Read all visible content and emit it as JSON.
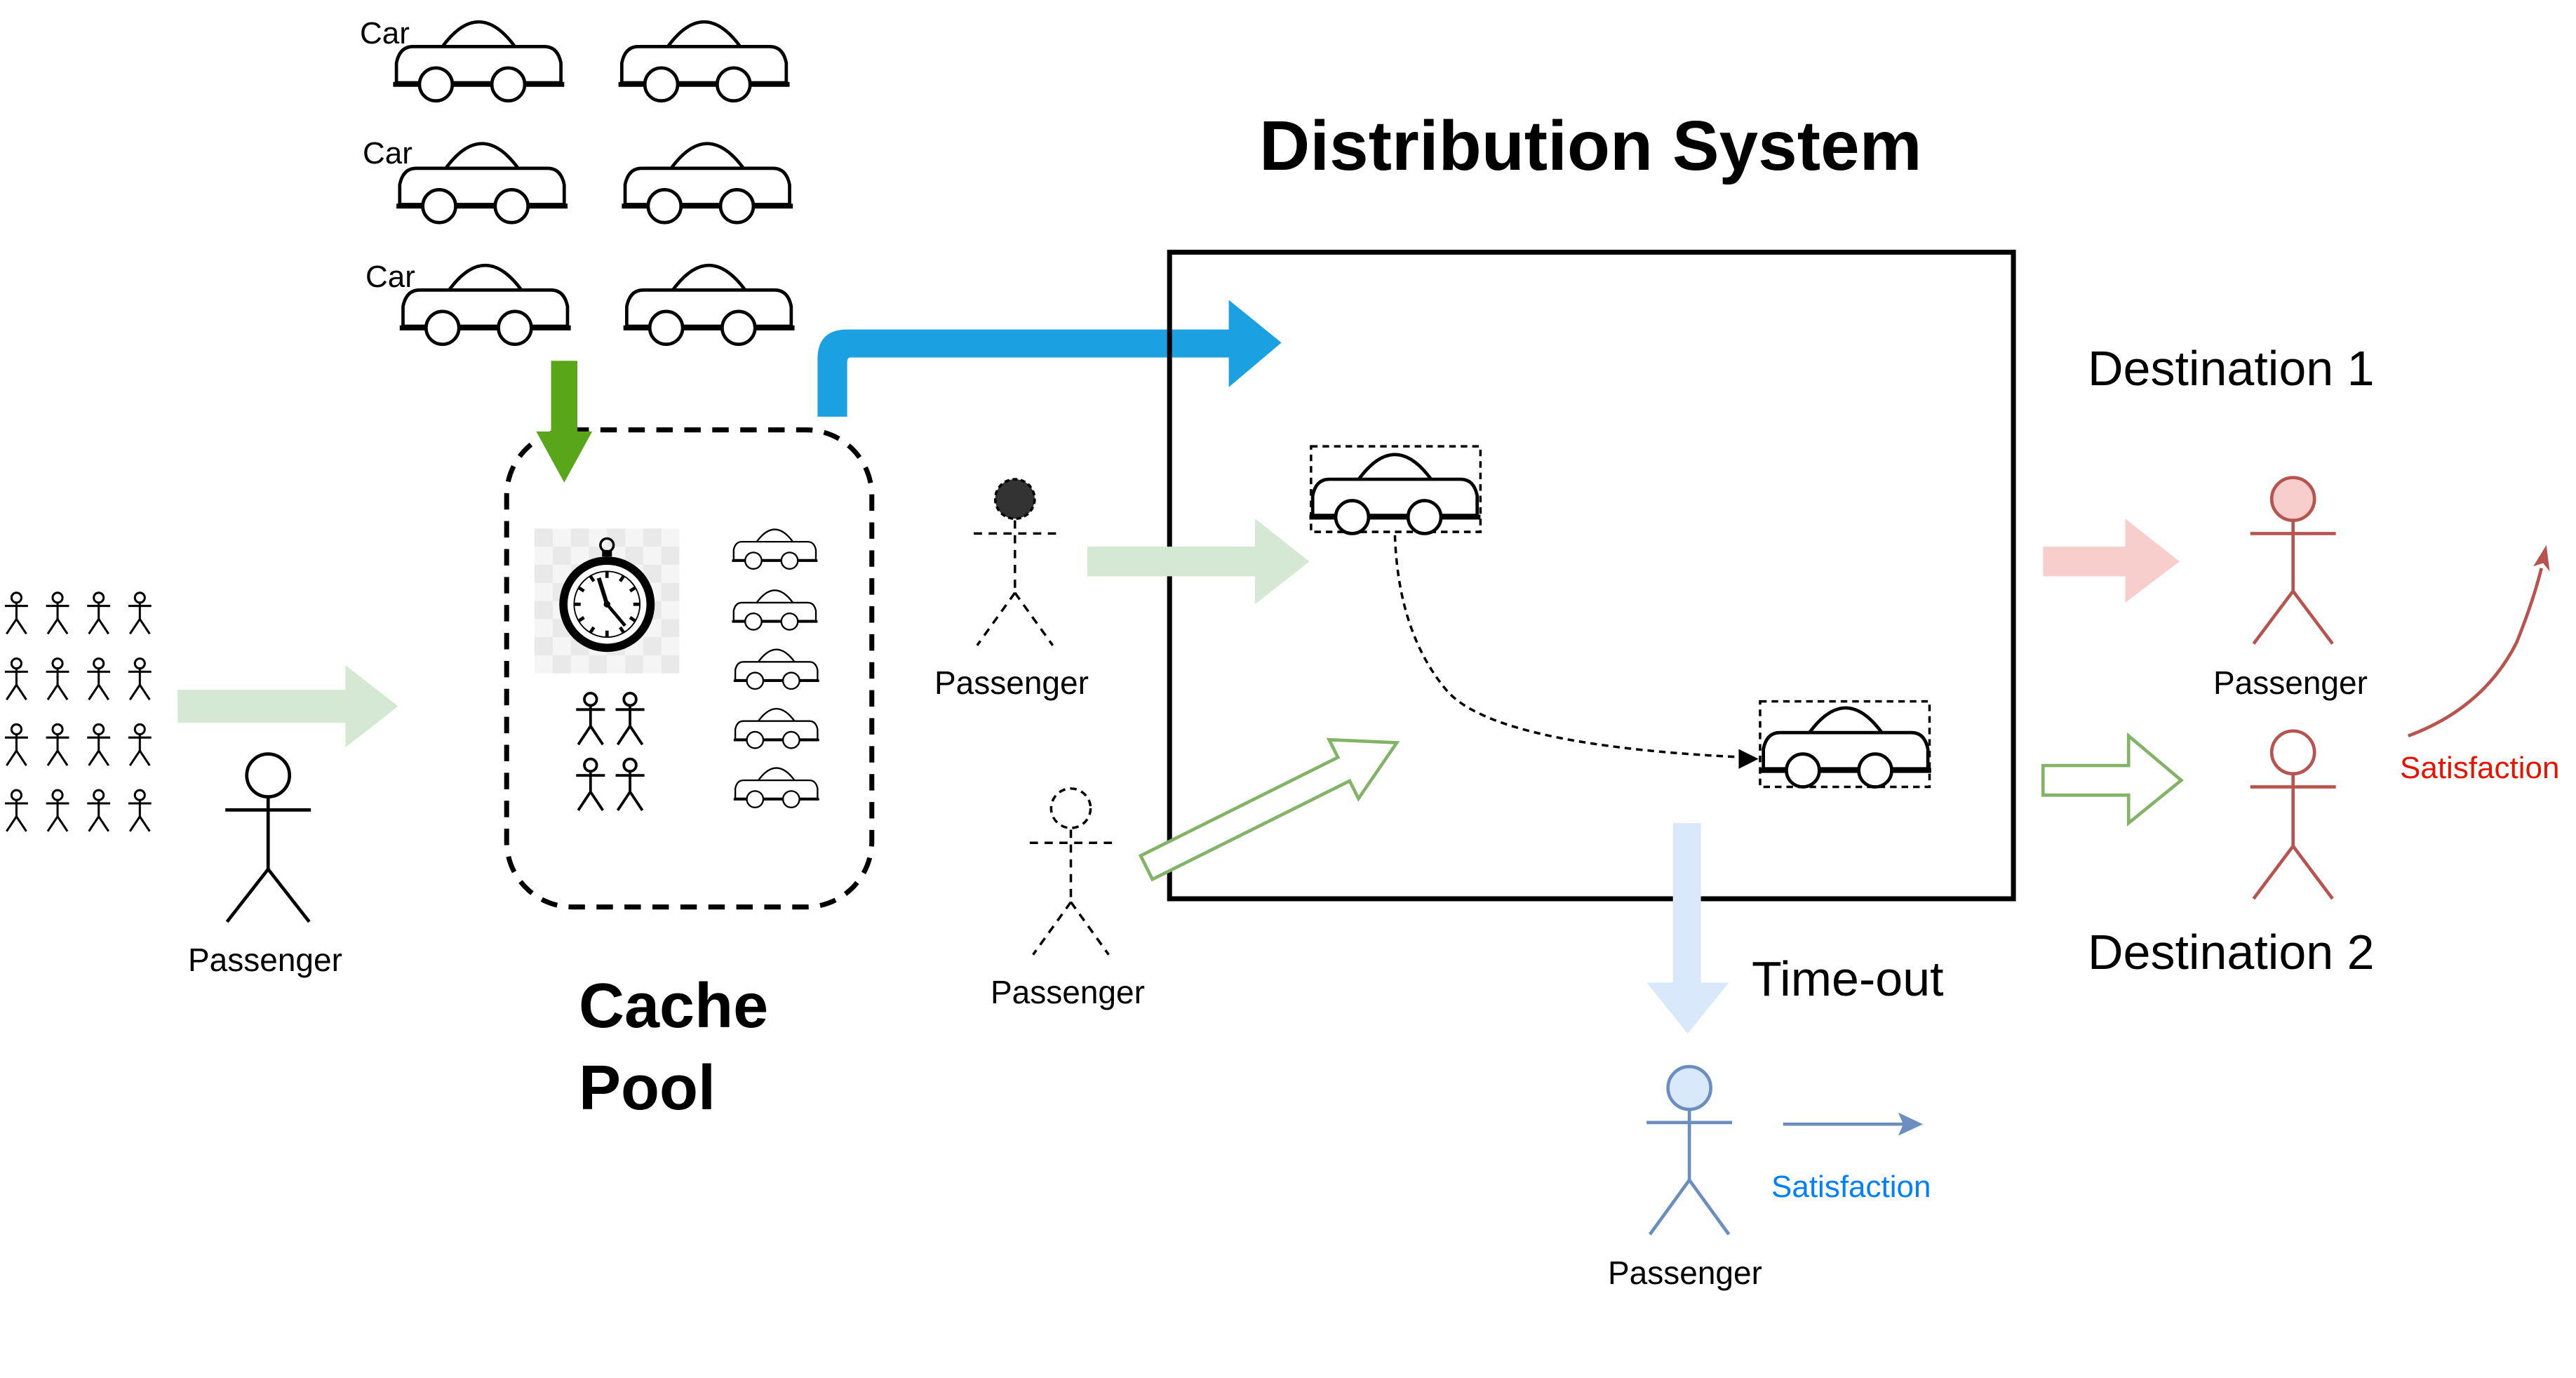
{
  "title": "Distribution System",
  "car_label": "Car",
  "cache_pool": {
    "line1": "Cache",
    "line2": "Pool"
  },
  "passenger_label": "Passenger",
  "destination_1": "Destination 1",
  "destination_2": "Destination 2",
  "timeout_label": "Time-out",
  "satisfaction_label": "Satisfaction",
  "colors": {
    "light_green_arrow": "#d5e8d4",
    "green_arrow": "#5aa61a",
    "outline_green": "#82b366",
    "blue_arrow": "#1ba1e2",
    "light_blue": "#dae8fc",
    "blue_person": "#6c8ebf",
    "blue_text": "#007fff",
    "red_person": "#b85450",
    "light_red": "#f8cecc",
    "red_text": "#e51400",
    "dark_fill": "#333333"
  }
}
